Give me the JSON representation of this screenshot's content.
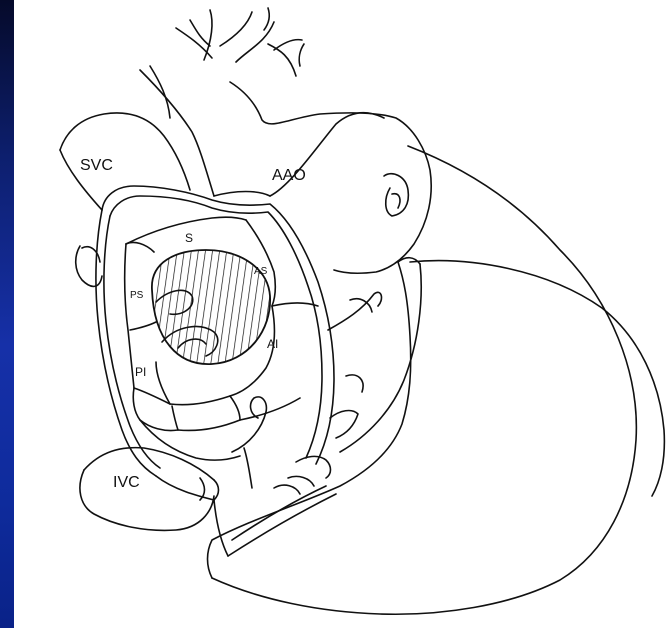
{
  "labels": {
    "svc": "SVC",
    "aao": "AAO",
    "ivc": "IVC",
    "s": "S",
    "as": "AS",
    "ps": "PS",
    "ai": "AI",
    "pi": "PI"
  },
  "colors": {
    "sidebar_dark": "#050a2a",
    "sidebar_blue": "#1630a8",
    "line": "#111111",
    "background": "#ffffff"
  }
}
